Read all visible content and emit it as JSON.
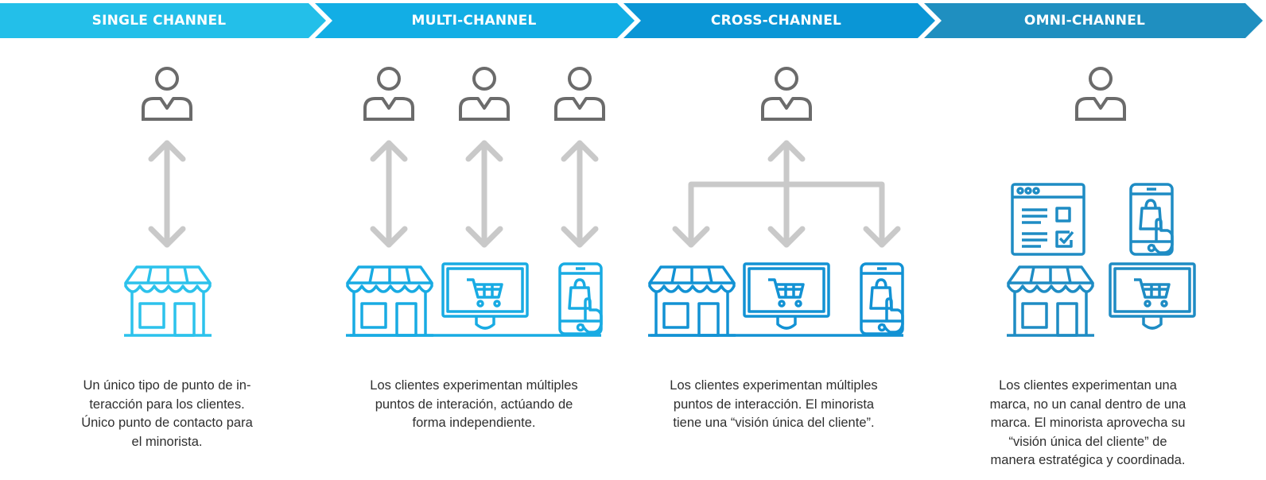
{
  "stages": [
    {
      "label": "SINGLE CHANNEL",
      "description": "Un único tipo de punto de in-\nteracción para los clientes.\nÚnico punto de contacto para\nel minorista."
    },
    {
      "label": "MULTI-CHANNEL",
      "description": "Los clientes experimentan múltiples\npuntos de interación, actúando de\nforma independiente."
    },
    {
      "label": "CROSS-CHANNEL",
      "description": "Los clientes experimentan múltiples\npuntos de interacción. El minorista\ntiene una “visión única del cliente”."
    },
    {
      "label": "OMNI-CHANNEL",
      "description": "Los clientes experimentan una\nmarca, no un canal dentro de una\nmarca. El minorista aprovecha su\n“visión única del cliente” de\nmanera estratégica y coordinada."
    }
  ],
  "colors": {
    "banner": [
      "#23bfe9",
      "#12aee5",
      "#0a96d6",
      "#1f8fc0"
    ],
    "icon_single": "#2cc2ec",
    "icon_multi": "#18abe3",
    "icon_cross": "#1292d4",
    "icon_omni": "#1e8cc4",
    "person": "#6b6b6b",
    "arrow": "#c9c9c9",
    "text": "#2f2f2f"
  },
  "icons": [
    "person-icon",
    "store-icon",
    "monitor-cart-icon",
    "phone-shopping-icon",
    "browser-checklist-icon",
    "double-arrow-icon",
    "branch-arrow-icon"
  ]
}
